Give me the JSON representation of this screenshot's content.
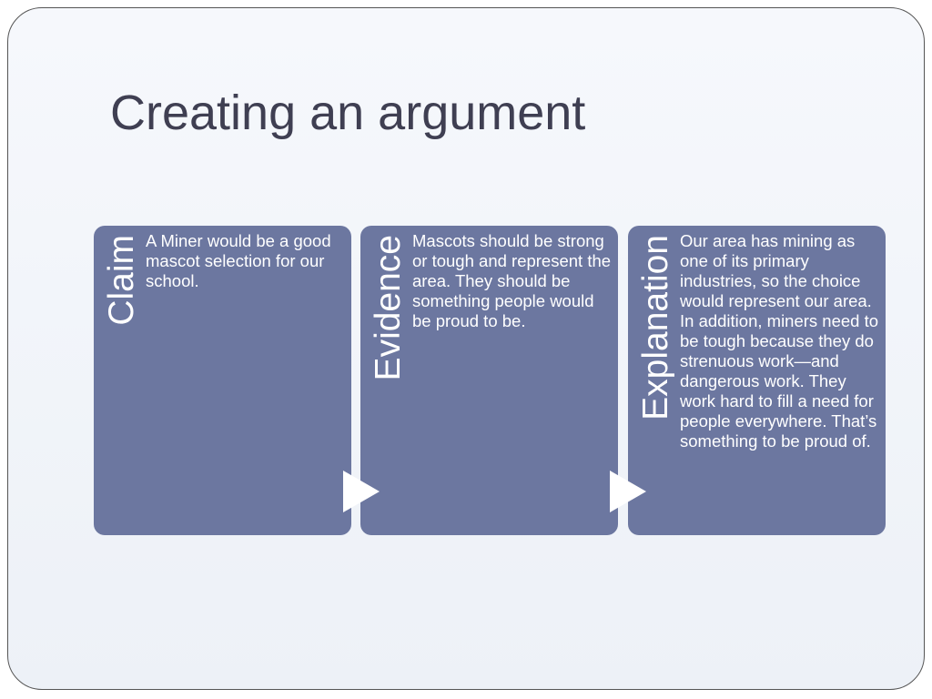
{
  "slide": {
    "title": "Creating an argument"
  },
  "diagram": {
    "steps": [
      {
        "label": "Claim",
        "text": "A Miner would be a good mascot selection for our school."
      },
      {
        "label": "Evidence",
        "text": "Mascots should be strong or tough and represent the area. They should be something people would be proud to be."
      },
      {
        "label": "Explanation",
        "text": "Our area has mining as one of its primary industries, so the choice would represent our area. In addition, miners need to be tough because they do strenuous work—and dangerous work.  They work hard to fill a need for people everywhere. That’s something to be proud of."
      }
    ],
    "colors": {
      "box_fill": "#6c77a0",
      "box_text": "#ffffff",
      "arrow": "#ffffff",
      "title": "#3f3f52"
    },
    "arrow_icon": "right-triangle-arrow-icon"
  }
}
